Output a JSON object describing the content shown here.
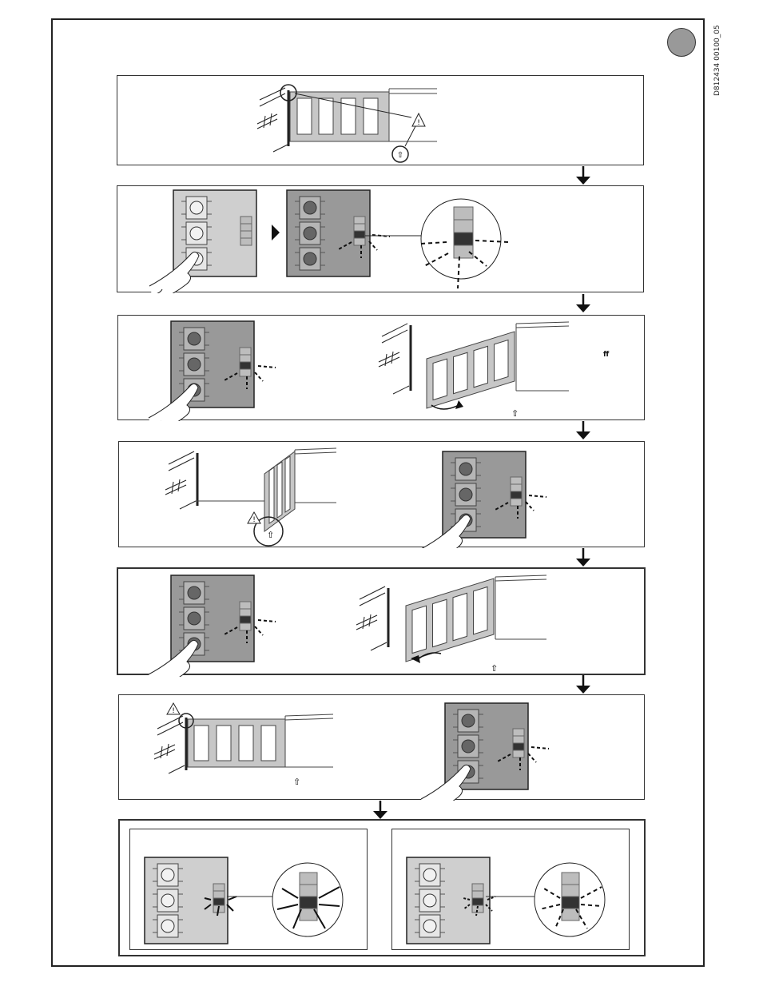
{
  "document_code": "D812434 00100_05",
  "page_marker_color": "#999999",
  "colors": {
    "board_active": "#999999",
    "board_inactive": "#cfcfcf",
    "button_face": "#b5b5b5",
    "button_core": "#666666",
    "led_off": "#bdbdbd",
    "led_on": "#333333",
    "gate_fill": "#c7c7c7",
    "line": "#222222"
  },
  "icons": {
    "warning": "warning-triangle-icon",
    "hand": "pointing-hand-icon",
    "flow_arrow": "down-arrow-icon",
    "key": "key-icon"
  },
  "steps": [
    {
      "step": 1,
      "content": "gate-closed-with-warning"
    },
    {
      "step": 2,
      "content": "press-button-led-detail"
    },
    {
      "step": 3,
      "content": "press-button-gate-opening"
    },
    {
      "step": 4,
      "content": "gate-open-press-button"
    },
    {
      "step": 5,
      "content": "press-button-gate-closing"
    },
    {
      "step": 6,
      "content": "gate-closed-press-button"
    },
    {
      "step": 7,
      "content": "led-result-two-outcomes"
    }
  ],
  "step3_note": "ff"
}
